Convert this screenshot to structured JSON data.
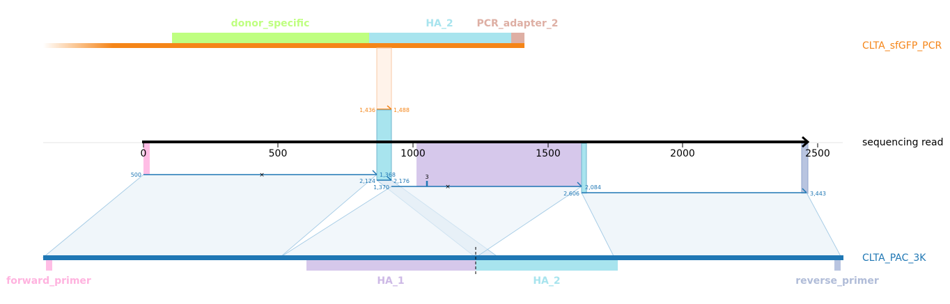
{
  "colors": {
    "pcr_track": "#f58518",
    "ref_track": "#1f77b4",
    "read_track": "#000000",
    "donor_specific": "#bfff80",
    "ha_2": "#a8e4ee",
    "pcr_adapter_2": "#deafa4",
    "ha_1": "#d6c8eb",
    "forward_primer": "#ffbde5",
    "reverse_primer": "#b8c4e0",
    "alignment_fill": "#eaf2f8",
    "alignment_edge": "#a8cde6"
  },
  "tracks": {
    "pcr": "CLTA_sfGFP_PCR",
    "read": "sequencing read",
    "ref": "CLTA_PAC_3K"
  },
  "features_top": {
    "donor_specific": "donor_specific",
    "ha_2": "HA_2",
    "pcr_adapter_2": "PCR_adapter_2"
  },
  "features_bottom": {
    "forward_primer": "forward_primer",
    "ha_1": "HA_1",
    "ha_2": "HA_2",
    "reverse_primer": "reverse_primer"
  },
  "read_axis": {
    "ticks": [
      "0",
      "500",
      "1000",
      "1500",
      "2000",
      "2500"
    ]
  },
  "alignments": {
    "pcr": {
      "start": "1,436",
      "end": "1,488"
    },
    "ref_1": {
      "left": "500",
      "right": "1,368"
    },
    "ref_2": {
      "left": "2,124",
      "right": "2,176"
    },
    "ref_3": {
      "left": "1,370",
      "right": "2,084"
    },
    "ref_4": {
      "left": "2,606",
      "right": "3,443"
    }
  },
  "annotations": {
    "insertion": "3"
  }
}
